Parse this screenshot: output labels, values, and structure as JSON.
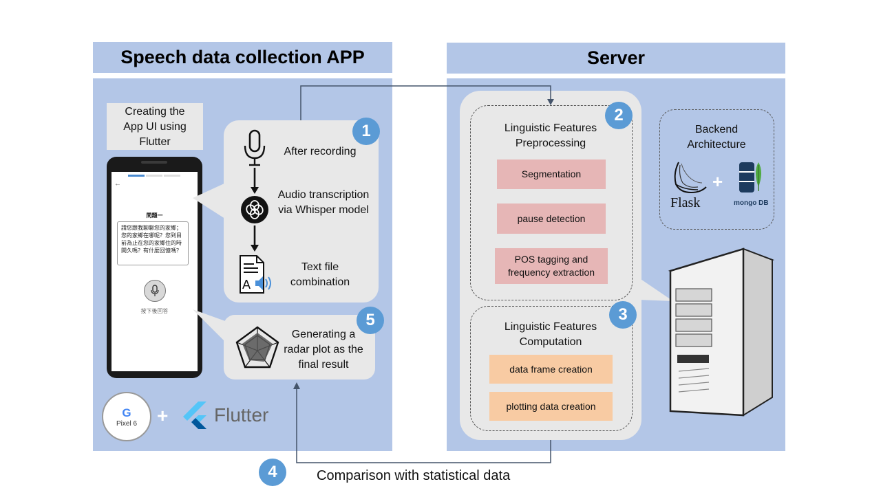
{
  "headers": {
    "app": "Speech data collection APP",
    "server": "Server"
  },
  "app_ui_label": "Creating the App UI using Flutter",
  "phone": {
    "question_title": "問題一",
    "question_text": "請您跟我聊聊您的家鄉；您的家鄉在哪呢？您到目前為止在您的家鄉住的時間久嗎？有什麼回憶嗎？",
    "mic_hint": "按下後回答"
  },
  "steps": {
    "step1_badge": "1",
    "after_recording": "After recording",
    "audio_transcription": "Audio transcription via Whisper model",
    "text_combination": "Text file combination",
    "step5_badge": "5",
    "radar_plot": "Generating a radar plot as the final result"
  },
  "logos": {
    "pixel": "Pixel 6",
    "google_g": "G",
    "flutter": "Flutter",
    "plus": "+"
  },
  "server": {
    "step2_badge": "2",
    "preprocessing_title": "Linguistic Features Preprocessing",
    "segmentation": "Segmentation",
    "pause_detection": "pause detection",
    "pos_tagging": "POS tagging and frequency extraction",
    "step3_badge": "3",
    "computation_title": "Linguistic Features Computation",
    "data_frame": "data frame creation",
    "plotting_data": "plotting data creation",
    "backend_title": "Backend Architecture",
    "flask": "Flask",
    "mongodb": "mongo DB"
  },
  "footer": {
    "step4_badge": "4",
    "comparison": "Comparison with statistical data"
  },
  "colors": {
    "panel": "#b3c6e7",
    "bubble": "#e8e8e8",
    "badge": "#5b9bd5",
    "preprocess_box": "#e6b6b6",
    "compute_box": "#f8cba3",
    "connector": "#44546a"
  },
  "icons": [
    "microphone-icon",
    "openai-icon",
    "text-audio-file-icon",
    "radar-chart-icon",
    "google-pixel-icon",
    "flutter-icon",
    "flask-icon",
    "mongodb-icon",
    "server-tower-icon"
  ]
}
